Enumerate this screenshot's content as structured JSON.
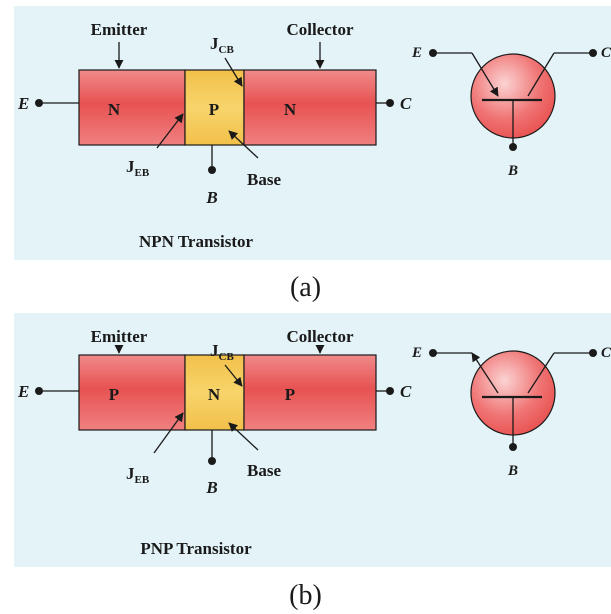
{
  "diagram_a": {
    "caption": "(a)",
    "title": "NPN Transistor",
    "regions": [
      "N",
      "P",
      "N"
    ],
    "emitter_label": "Emitter",
    "collector_label": "Collector",
    "base_label": "Base",
    "j_eb": {
      "main": "J",
      "sub": "EB"
    },
    "j_cb": {
      "main": "J",
      "sub": "CB"
    },
    "terminal_e": "E",
    "terminal_b": "B",
    "terminal_c": "C",
    "symbol": {
      "e": "E",
      "b": "B",
      "c": "C"
    }
  },
  "diagram_b": {
    "caption": "(b)",
    "title": "PNP Transistor",
    "regions": [
      "P",
      "N",
      "P"
    ],
    "emitter_label": "Emitter",
    "collector_label": "Collector",
    "base_label": "Base",
    "j_eb": {
      "main": "J",
      "sub": "EB"
    },
    "j_cb": {
      "main": "J",
      "sub": "CB"
    },
    "terminal_e": "E",
    "terminal_b": "B",
    "terminal_c": "C",
    "symbol": {
      "e": "E",
      "b": "B",
      "c": "C"
    }
  },
  "colors": {
    "panel_bg": "#e3f3f8",
    "outer_region": "#ea5b5b",
    "middle_region": "#f4c653",
    "circle_fill": "#ef6f6f",
    "line": "#1a1a1a"
  }
}
